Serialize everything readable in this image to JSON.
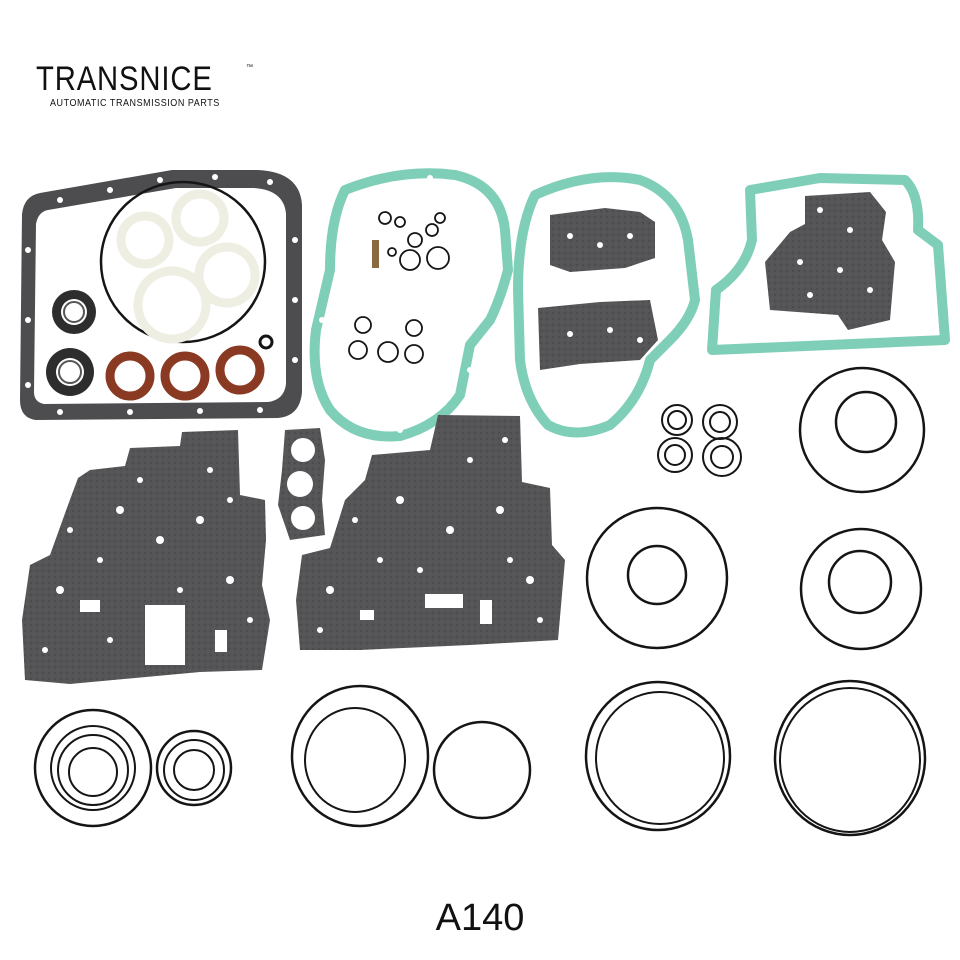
{
  "logo": {
    "brand": "TRANSNICE",
    "trademark": "™",
    "tagline": "AUTOMATIC TRANSMISSION PARTS"
  },
  "model": "A140",
  "colors": {
    "background": "#ffffff",
    "dark_gasket": "#4d4d50",
    "teal_gasket": "#7fcfb8",
    "oring": "#151515",
    "seal_white": "#eeeee2",
    "seal_red": "#8a3a22"
  }
}
